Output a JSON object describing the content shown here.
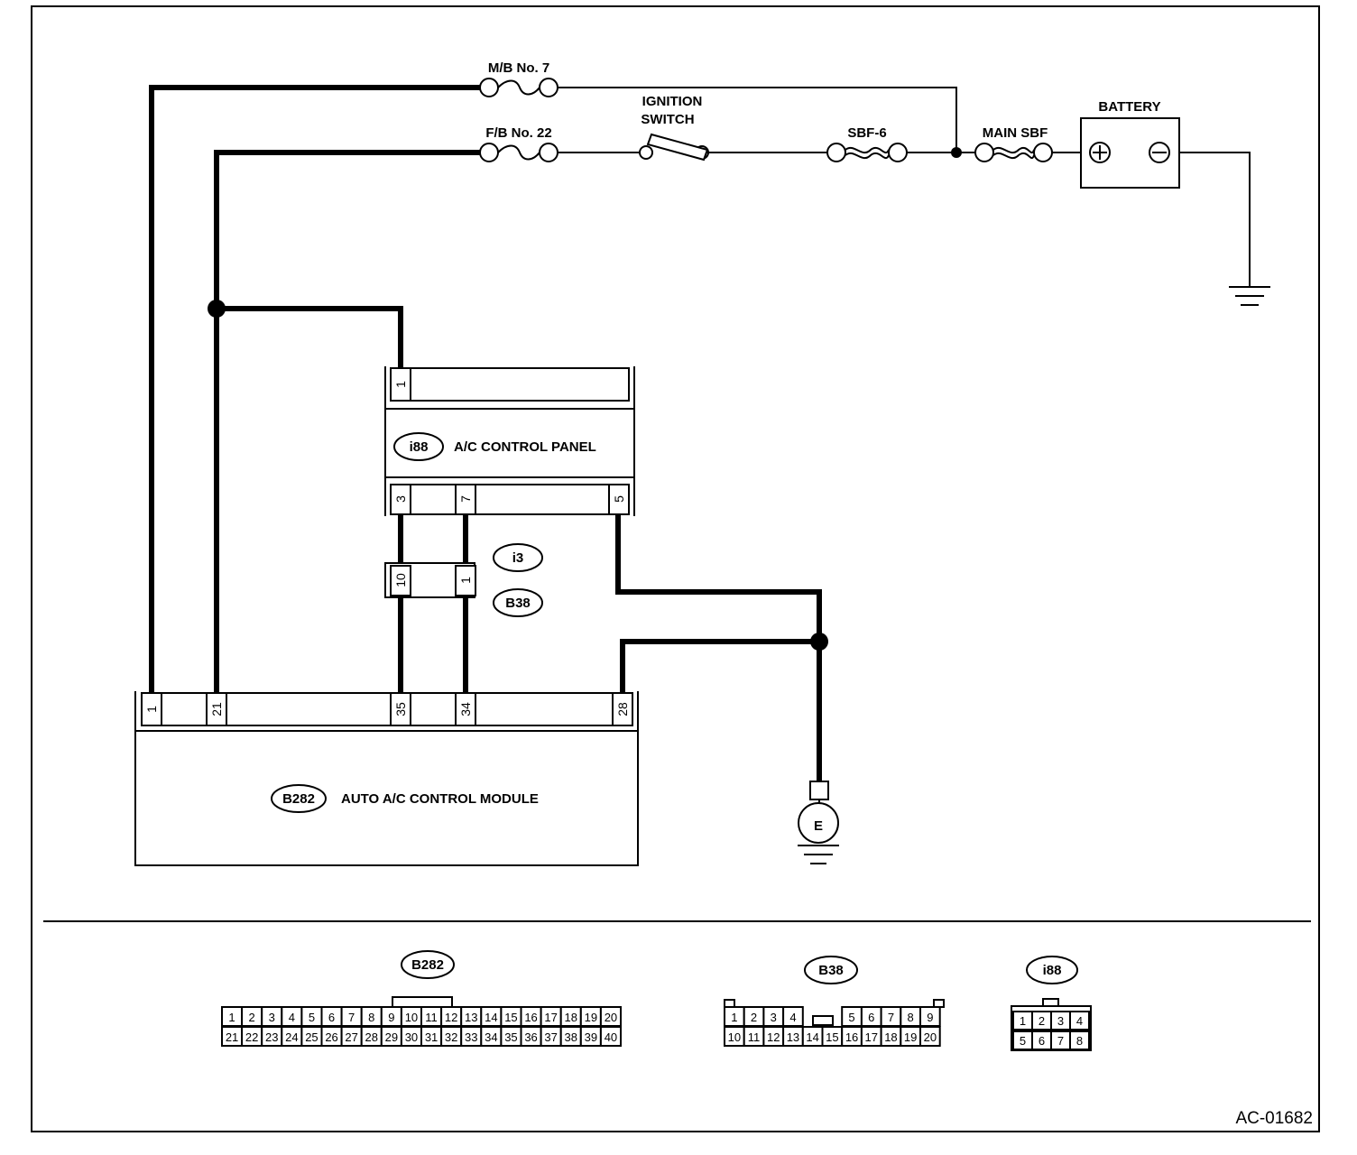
{
  "figure_id": "AC-01682",
  "power": {
    "fuse_mb": "M/B No. 7",
    "fuse_fb": "F/B No. 22",
    "ignition_line1": "IGNITION",
    "ignition_line2": "SWITCH",
    "sbf6": "SBF-6",
    "main_sbf": "MAIN SBF",
    "battery": "BATTERY"
  },
  "panel": {
    "connector": "i88",
    "title": "A/C CONTROL PANEL",
    "top_pins": [
      "1"
    ],
    "bottom_pins": [
      "3",
      "7",
      "5"
    ]
  },
  "joint": {
    "connector_a": "i3",
    "connector_b": "B38",
    "pins": [
      "10",
      "1"
    ]
  },
  "module": {
    "connector": "B282",
    "title": "AUTO A/C CONTROL MODULE",
    "pins": [
      "1",
      "21",
      "35",
      "34",
      "28"
    ]
  },
  "ground": {
    "label": "E"
  },
  "legend": {
    "b282": {
      "name": "B282",
      "row1": [
        "1",
        "2",
        "3",
        "4",
        "5",
        "6",
        "7",
        "8",
        "9",
        "10",
        "11",
        "12",
        "13",
        "14",
        "15",
        "16",
        "17",
        "18",
        "19",
        "20"
      ],
      "row2": [
        "21",
        "22",
        "23",
        "24",
        "25",
        "26",
        "27",
        "28",
        "29",
        "30",
        "31",
        "32",
        "33",
        "34",
        "35",
        "36",
        "37",
        "38",
        "39",
        "40"
      ]
    },
    "b38": {
      "name": "B38",
      "row1": [
        "1",
        "2",
        "3",
        "4",
        "5",
        "6",
        "7",
        "8",
        "9"
      ],
      "row2": [
        "10",
        "11",
        "12",
        "13",
        "14",
        "15",
        "16",
        "17",
        "18",
        "19",
        "20"
      ]
    },
    "i88": {
      "name": "i88",
      "row1": [
        "1",
        "2",
        "3",
        "4"
      ],
      "row2": [
        "5",
        "6",
        "7",
        "8"
      ]
    }
  }
}
